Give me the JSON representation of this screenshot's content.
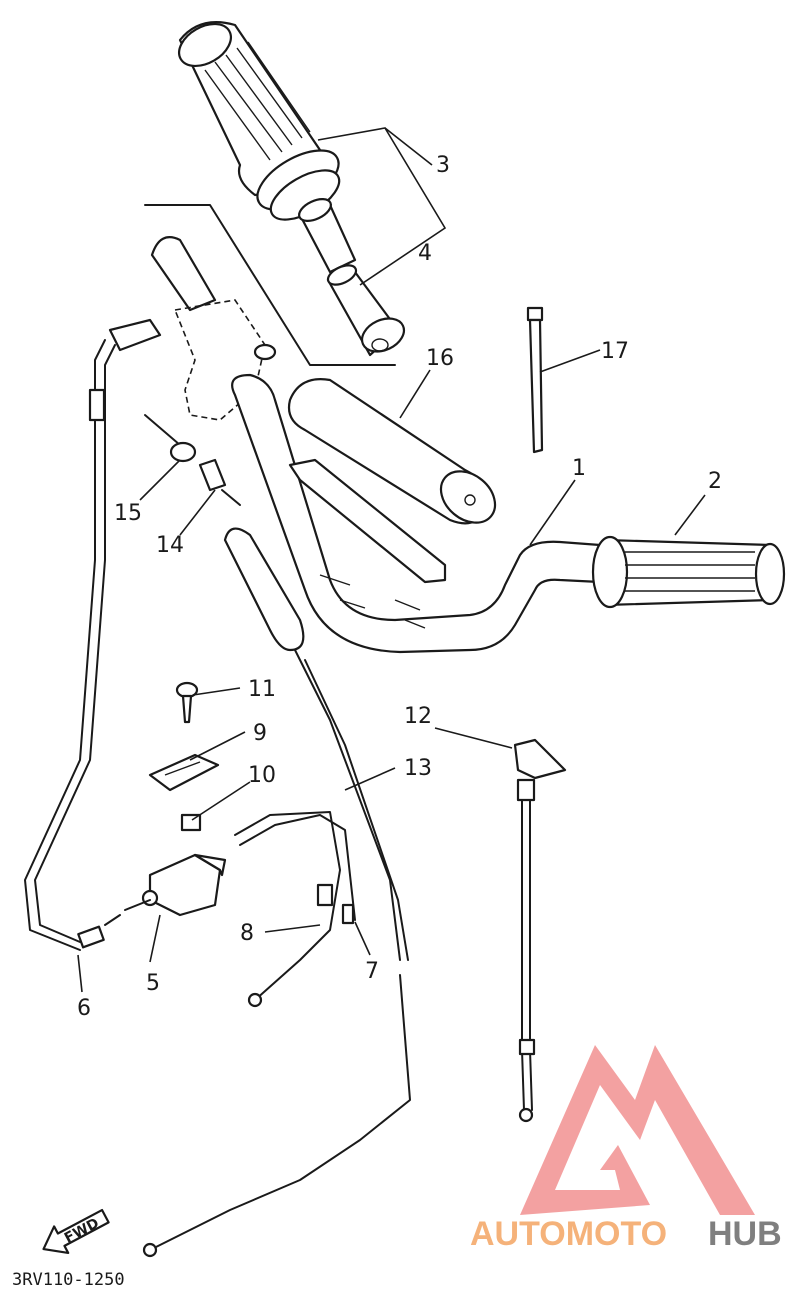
{
  "diagram_code": "3RV110-1250",
  "fwd_label": "FWD",
  "callouts": [
    "1",
    "2",
    "3",
    "4",
    "5",
    "6",
    "7",
    "8",
    "9",
    "10",
    "11",
    "12",
    "13",
    "14",
    "15",
    "16",
    "17"
  ],
  "watermark": {
    "part1": "AUTOMOTO",
    "part2": "HUB",
    "color_orange": "#f5b27a",
    "color_gray": "#7f7f7f",
    "logo_color": "#f08a8a"
  }
}
